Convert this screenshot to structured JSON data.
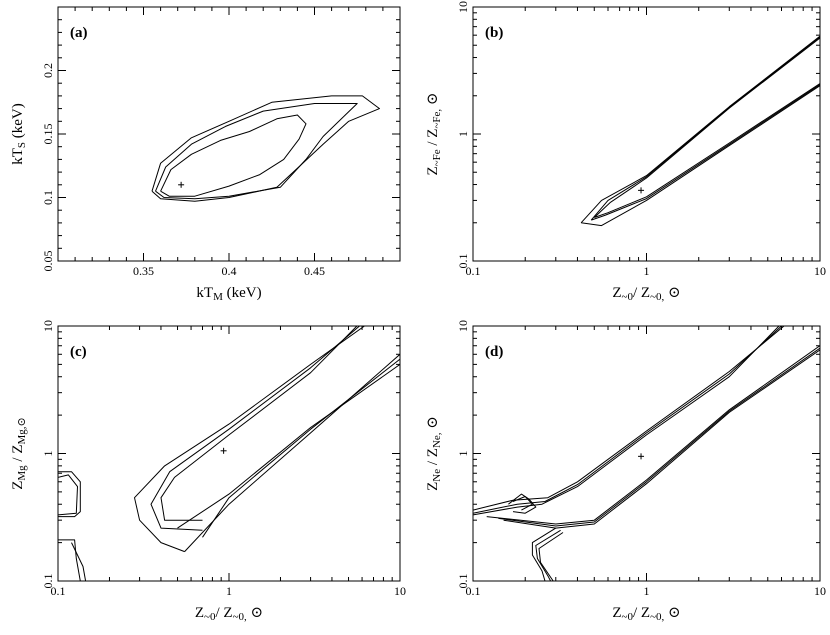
{
  "chart_data": [
    {
      "panel": "(a)",
      "type": "scatter",
      "xlabel": "kT_M (keV)",
      "ylabel": "kT_S (keV)",
      "xscale": "linear",
      "yscale": "linear",
      "xlim": [
        0.3,
        0.5
      ],
      "ylim": [
        0.05,
        0.25
      ],
      "xticks": [
        "0.35",
        "0.4",
        "0.45"
      ],
      "yticks": [
        "0.05",
        "0.1",
        "0.15",
        "0.2"
      ],
      "best_fit": {
        "x": 0.372,
        "y": 0.11
      },
      "contours": [
        {
          "name": "inner",
          "points": [
            [
              0.36,
              0.105
            ],
            [
              0.366,
              0.122
            ],
            [
              0.378,
              0.134
            ],
            [
              0.395,
              0.145
            ],
            [
              0.412,
              0.152
            ],
            [
              0.428,
              0.162
            ],
            [
              0.44,
              0.165
            ],
            [
              0.445,
              0.158
            ],
            [
              0.441,
              0.146
            ],
            [
              0.432,
              0.13
            ],
            [
              0.418,
              0.118
            ],
            [
              0.4,
              0.109
            ],
            [
              0.38,
              0.101
            ],
            [
              0.365,
              0.101
            ],
            [
              0.36,
              0.105
            ]
          ]
        },
        {
          "name": "middle",
          "points": [
            [
              0.357,
              0.105
            ],
            [
              0.363,
              0.124
            ],
            [
              0.378,
              0.142
            ],
            [
              0.398,
              0.156
            ],
            [
              0.42,
              0.168
            ],
            [
              0.45,
              0.174
            ],
            [
              0.475,
              0.174
            ],
            [
              0.468,
              0.165
            ],
            [
              0.455,
              0.148
            ],
            [
              0.445,
              0.13
            ],
            [
              0.43,
              0.108
            ],
            [
              0.4,
              0.101
            ],
            [
              0.38,
              0.099
            ],
            [
              0.362,
              0.1
            ],
            [
              0.357,
              0.105
            ]
          ]
        },
        {
          "name": "outer",
          "points": [
            [
              0.355,
              0.105
            ],
            [
              0.36,
              0.127
            ],
            [
              0.378,
              0.147
            ],
            [
              0.4,
              0.16
            ],
            [
              0.425,
              0.175
            ],
            [
              0.46,
              0.18
            ],
            [
              0.478,
              0.18
            ],
            [
              0.488,
              0.17
            ],
            [
              0.47,
              0.16
            ],
            [
              0.455,
              0.142
            ],
            [
              0.44,
              0.123
            ],
            [
              0.428,
              0.108
            ],
            [
              0.4,
              0.1
            ],
            [
              0.38,
              0.097
            ],
            [
              0.36,
              0.099
            ],
            [
              0.355,
              0.105
            ]
          ]
        }
      ]
    },
    {
      "panel": "(b)",
      "type": "scatter",
      "xlabel": "Z_~0/ Z_~0, ⊙",
      "ylabel": "Z_~Fe / Z_~Fe, ⊙",
      "xscale": "log",
      "yscale": "log",
      "xlim": [
        0.1,
        10
      ],
      "ylim": [
        0.1,
        10
      ],
      "xticks": [
        "0.1",
        "1",
        "10"
      ],
      "yticks": [
        "0.1",
        "1",
        "10"
      ],
      "best_fit": {
        "x": 0.93,
        "y": 0.36
      },
      "contours": [
        {
          "name": "inner",
          "points": [
            [
              0.5,
              0.22
            ],
            [
              0.6,
              0.24
            ],
            [
              1.0,
              0.32
            ],
            [
              3.0,
              0.85
            ],
            [
              10.0,
              2.5
            ],
            [
              10.0,
              5.7
            ],
            [
              3.0,
              1.6
            ],
            [
              1.0,
              0.45
            ],
            [
              0.62,
              0.29
            ],
            [
              0.5,
              0.22
            ]
          ]
        },
        {
          "name": "middle",
          "points": [
            [
              0.48,
              0.21
            ],
            [
              0.58,
              0.23
            ],
            [
              1.0,
              0.31
            ],
            [
              3.0,
              0.83
            ],
            [
              10.0,
              2.45
            ],
            [
              10.0,
              5.8
            ],
            [
              3.0,
              1.62
            ],
            [
              1.0,
              0.46
            ],
            [
              0.6,
              0.3
            ],
            [
              0.48,
              0.21
            ]
          ]
        },
        {
          "name": "outer",
          "points": [
            [
              0.42,
              0.2
            ],
            [
              0.55,
              0.19
            ],
            [
              1.0,
              0.3
            ],
            [
              3.0,
              0.81
            ],
            [
              10.0,
              2.4
            ],
            [
              10.0,
              5.9
            ],
            [
              3.0,
              1.64
            ],
            [
              1.0,
              0.47
            ],
            [
              0.55,
              0.3
            ],
            [
              0.42,
              0.2
            ]
          ]
        }
      ]
    },
    {
      "panel": "(c)",
      "type": "scatter",
      "xlabel": "Z_~0/ Z_~0, ⊙",
      "ylabel": "Z_Mg / Z_Mg,⊙",
      "xscale": "log",
      "yscale": "log",
      "xlim": [
        0.1,
        10
      ],
      "ylim": [
        0.1,
        10
      ],
      "xticks": [
        "0.1",
        "1",
        "10"
      ],
      "yticks": [
        "0.1",
        "1",
        "10"
      ],
      "best_fit": {
        "x": 0.93,
        "y": 1.05
      },
      "contours": [
        {
          "name": "inner",
          "points": [
            [
              0.7,
              0.3
            ],
            [
              0.42,
              0.3
            ],
            [
              0.4,
              0.45
            ],
            [
              0.48,
              0.65
            ],
            [
              1.0,
              1.4
            ],
            [
              3.0,
              4.3
            ],
            [
              5.6,
              10.0
            ]
          ]
        },
        {
          "name": "inner-low",
          "points": [
            [
              0.5,
              0.26
            ],
            [
              1.0,
              0.48
            ],
            [
              3.0,
              1.6
            ],
            [
              10.0,
              5.0
            ]
          ]
        },
        {
          "name": "middle",
          "points": [
            [
              0.7,
              0.25
            ],
            [
              0.4,
              0.26
            ],
            [
              0.35,
              0.4
            ],
            [
              0.45,
              0.72
            ],
            [
              1.0,
              1.55
            ],
            [
              3.0,
              4.7
            ],
            [
              5.8,
              10.0
            ]
          ]
        },
        {
          "name": "middle-low",
          "points": [
            [
              0.7,
              0.22
            ],
            [
              1.0,
              0.45
            ],
            [
              3.0,
              1.55
            ],
            [
              10.0,
              5.5
            ]
          ]
        },
        {
          "name": "outer",
          "points": [
            [
              0.55,
              0.17
            ],
            [
              0.4,
              0.2
            ],
            [
              0.3,
              0.3
            ],
            [
              0.28,
              0.45
            ],
            [
              0.42,
              0.8
            ],
            [
              1.0,
              1.7
            ],
            [
              3.0,
              5.0
            ],
            [
              6.2,
              10.0
            ]
          ]
        },
        {
          "name": "outer-low",
          "points": [
            [
              0.55,
              0.17
            ],
            [
              1.0,
              0.4
            ],
            [
              3.0,
              1.45
            ],
            [
              10.0,
              6.0
            ]
          ]
        },
        {
          "name": "edge-1",
          "points": [
            [
              0.1,
              0.72
            ],
            [
              0.12,
              0.72
            ],
            [
              0.135,
              0.6
            ],
            [
              0.135,
              0.35
            ],
            [
              0.125,
              0.32
            ],
            [
              0.1,
              0.32
            ]
          ]
        },
        {
          "name": "edge-2",
          "points": [
            [
              0.1,
              0.65
            ],
            [
              0.115,
              0.68
            ],
            [
              0.13,
              0.55
            ],
            [
              0.128,
              0.34
            ],
            [
              0.1,
              0.33
            ]
          ]
        },
        {
          "name": "edge-3",
          "points": [
            [
              0.1,
              0.21
            ],
            [
              0.125,
              0.21
            ],
            [
              0.128,
              0.15
            ],
            [
              0.135,
              0.1
            ]
          ]
        },
        {
          "name": "edge-4",
          "points": [
            [
              0.12,
              0.2
            ],
            [
              0.14,
              0.13
            ],
            [
              0.145,
              0.1
            ]
          ]
        }
      ]
    },
    {
      "panel": "(d)",
      "type": "scatter",
      "xlabel": "Z_~0/ Z_~0, ⊙",
      "ylabel": "Z_Ne / Z_Ne, ⊙",
      "xscale": "log",
      "yscale": "log",
      "xlim": [
        0.1,
        10
      ],
      "ylim": [
        0.1,
        10
      ],
      "xticks": [
        "0.1",
        "1",
        "10"
      ],
      "yticks": [
        "0.1",
        "1",
        "10"
      ],
      "best_fit": {
        "x": 0.93,
        "y": 0.95
      },
      "contours": [
        {
          "name": "upper-1",
          "points": [
            [
              0.1,
              0.33
            ],
            [
              0.18,
              0.38
            ],
            [
              0.25,
              0.4
            ],
            [
              0.4,
              0.55
            ],
            [
              1.0,
              1.4
            ],
            [
              3.0,
              4.0
            ],
            [
              5.8,
              10.0
            ]
          ]
        },
        {
          "name": "upper-2",
          "points": [
            [
              0.1,
              0.34
            ],
            [
              0.18,
              0.4
            ],
            [
              0.26,
              0.42
            ],
            [
              0.4,
              0.57
            ],
            [
              1.0,
              1.45
            ],
            [
              3.0,
              4.2
            ],
            [
              6.0,
              10.0
            ]
          ]
        },
        {
          "name": "upper-3",
          "points": [
            [
              0.1,
              0.36
            ],
            [
              0.17,
              0.43
            ],
            [
              0.27,
              0.45
            ],
            [
              0.4,
              0.6
            ],
            [
              1.0,
              1.5
            ],
            [
              3.0,
              4.4
            ],
            [
              6.2,
              10.0
            ]
          ]
        },
        {
          "name": "lower-1",
          "points": [
            [
              0.12,
              0.32
            ],
            [
              0.3,
              0.28
            ],
            [
              0.5,
              0.3
            ],
            [
              1.0,
              0.62
            ],
            [
              3.0,
              2.2
            ],
            [
              10.0,
              7.0
            ]
          ]
        },
        {
          "name": "lower-2",
          "points": [
            [
              0.14,
              0.31
            ],
            [
              0.3,
              0.27
            ],
            [
              0.5,
              0.29
            ],
            [
              1.0,
              0.6
            ],
            [
              3.0,
              2.15
            ],
            [
              10.0,
              6.7
            ]
          ]
        },
        {
          "name": "lower-3",
          "points": [
            [
              0.15,
              0.3
            ],
            [
              0.3,
              0.26
            ],
            [
              0.5,
              0.28
            ],
            [
              1.0,
              0.58
            ],
            [
              3.0,
              2.1
            ],
            [
              10.0,
              6.5
            ]
          ]
        },
        {
          "name": "plume-1",
          "points": [
            [
              0.16,
              0.4
            ],
            [
              0.19,
              0.48
            ],
            [
              0.21,
              0.44
            ],
            [
              0.23,
              0.38
            ],
            [
              0.2,
              0.34
            ],
            [
              0.17,
              0.35
            ]
          ]
        },
        {
          "name": "plume-2",
          "points": [
            [
              0.17,
              0.42
            ],
            [
              0.2,
              0.46
            ],
            [
              0.22,
              0.4
            ],
            [
              0.19,
              0.36
            ]
          ]
        },
        {
          "name": "tail-1",
          "points": [
            [
              0.3,
              0.26
            ],
            [
              0.22,
              0.2
            ],
            [
              0.22,
              0.16
            ],
            [
              0.25,
              0.12
            ],
            [
              0.26,
              0.1
            ]
          ]
        },
        {
          "name": "tail-2",
          "points": [
            [
              0.32,
              0.25
            ],
            [
              0.23,
              0.19
            ],
            [
              0.235,
              0.15
            ],
            [
              0.27,
              0.11
            ],
            [
              0.28,
              0.1
            ]
          ]
        },
        {
          "name": "tail-3",
          "points": [
            [
              0.33,
              0.24
            ],
            [
              0.24,
              0.18
            ],
            [
              0.245,
              0.14
            ],
            [
              0.29,
              0.1
            ]
          ]
        }
      ]
    }
  ]
}
